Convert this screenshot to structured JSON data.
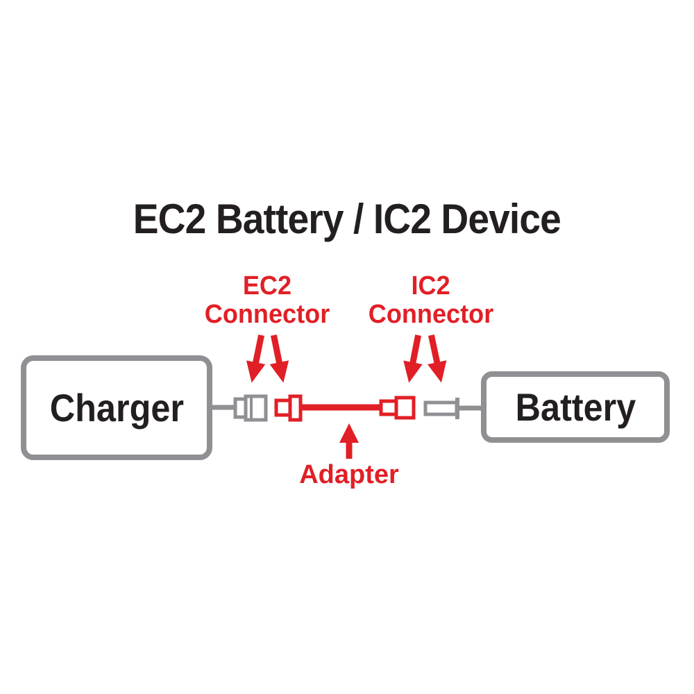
{
  "title": "EC2 Battery / IC2 Device",
  "colors": {
    "red": "#e11f26",
    "gray": "#8f9093",
    "text": "#231f20"
  },
  "labels": {
    "ec2_connector": {
      "line1": "EC2",
      "line2": "Connector"
    },
    "ic2_connector": {
      "line1": "IC2",
      "line2": "Connector"
    },
    "adapter": "Adapter"
  },
  "nodes": {
    "charger": "Charger",
    "battery": "Battery"
  },
  "icons": {
    "ec2_pointers": "arrow-down",
    "ic2_pointers": "arrow-down",
    "adapter_pointer": "arrow-up"
  }
}
